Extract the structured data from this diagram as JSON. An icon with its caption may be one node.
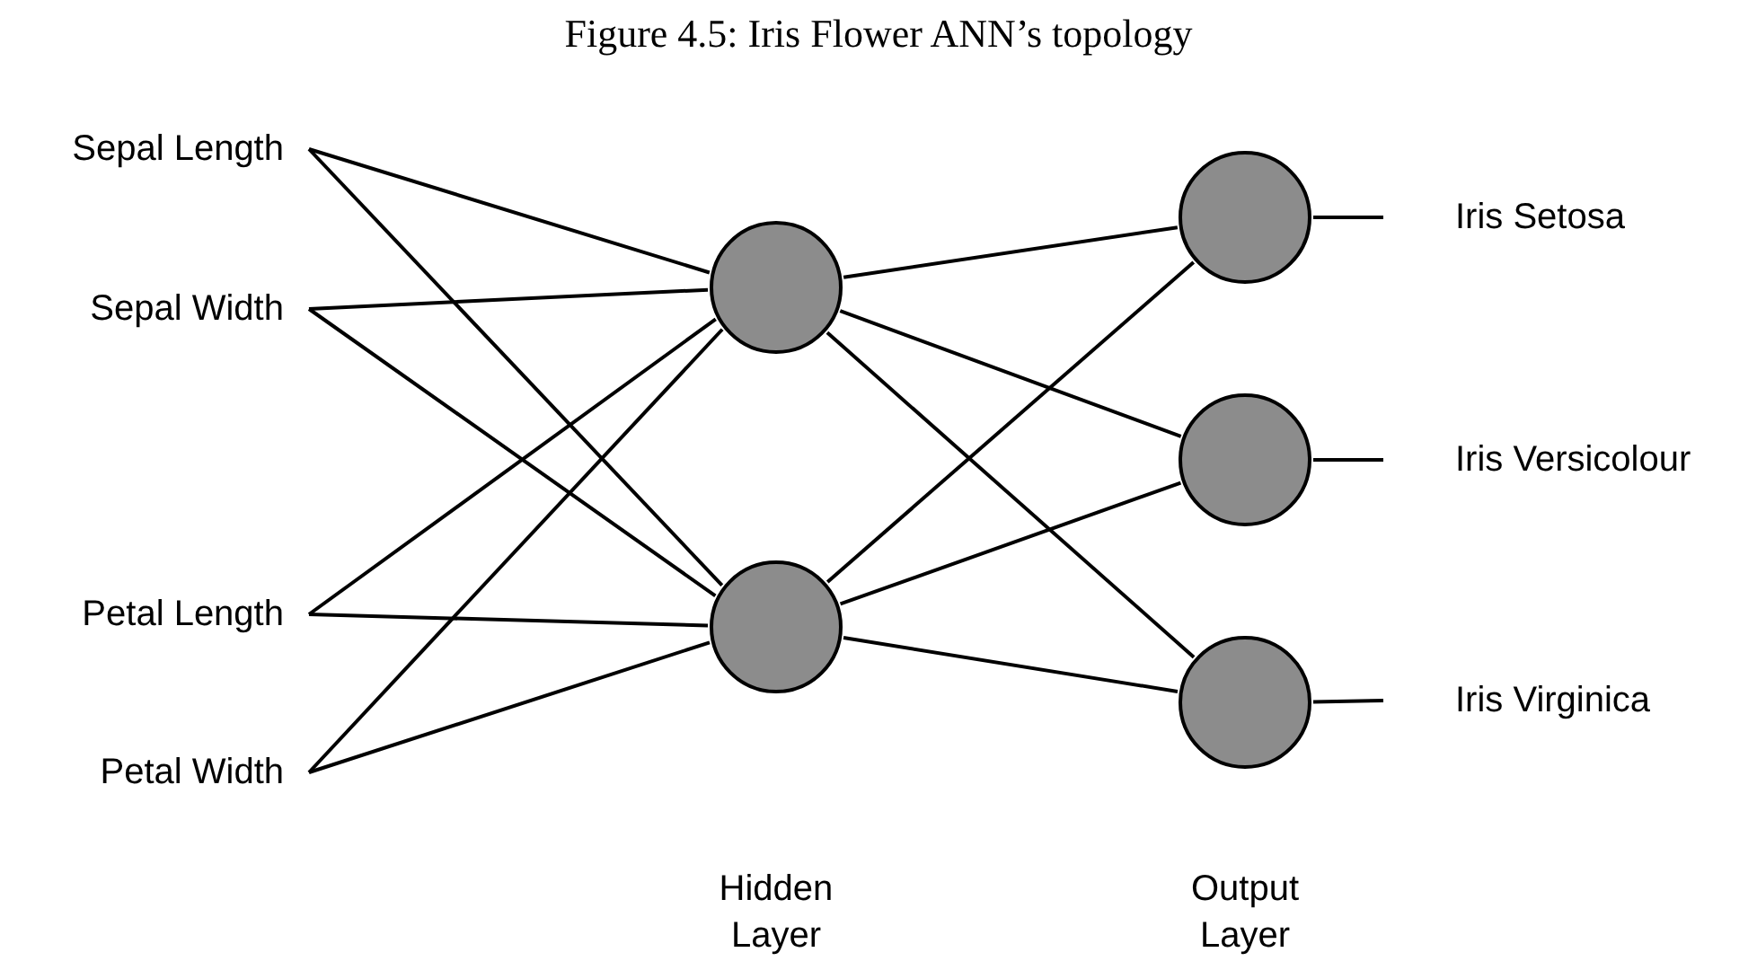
{
  "diagram": {
    "title": "Figure 4.5: Iris Flower ANN’s topology",
    "nodes": [
      {
        "text": [
          "Sepal Length"
        ]
      },
      {
        "text": [
          "Sepal Width"
        ]
      },
      {
        "text": [
          "Petal Length"
        ]
      },
      {
        "text": [
          "Petal Width"
        ]
      },
      {
        "text": [],
        "shape": "circle"
      },
      {
        "text": [],
        "shape": "circle"
      },
      {
        "text": [],
        "shape": "circle"
      },
      {
        "text": [],
        "shape": "circle"
      },
      {
        "text": [],
        "shape": "circle"
      },
      {
        "text": [
          "Iris Setosa"
        ]
      },
      {
        "text": [
          "Iris Versicolour"
        ]
      },
      {
        "text": [
          "Iris Virginica"
        ]
      }
    ],
    "edges": [
      {
        "from": 0,
        "to": 4,
        "arrow": "none"
      },
      {
        "from": 0,
        "to": 5,
        "arrow": "none"
      },
      {
        "from": 1,
        "to": 4,
        "arrow": "none"
      },
      {
        "from": 1,
        "to": 5,
        "arrow": "none"
      },
      {
        "from": 2,
        "to": 4,
        "arrow": "none"
      },
      {
        "from": 2,
        "to": 5,
        "arrow": "none"
      },
      {
        "from": 3,
        "to": 4,
        "arrow": "none"
      },
      {
        "from": 3,
        "to": 5,
        "arrow": "none"
      },
      {
        "from": 4,
        "to": 6,
        "arrow": "none"
      },
      {
        "from": 4,
        "to": 7,
        "arrow": "none"
      },
      {
        "from": 4,
        "to": 8,
        "arrow": "none"
      },
      {
        "from": 5,
        "to": 6,
        "arrow": "none"
      },
      {
        "from": 5,
        "to": 7,
        "arrow": "none"
      },
      {
        "from": 5,
        "to": 8,
        "arrow": "none"
      },
      {
        "from": 6,
        "to": 9,
        "arrow": "none"
      },
      {
        "from": 7,
        "to": 10,
        "arrow": "none"
      },
      {
        "from": 8,
        "to": 11,
        "arrow": "none"
      }
    ],
    "labels": [
      "Hidden Layer",
      "Output Layer"
    ]
  }
}
